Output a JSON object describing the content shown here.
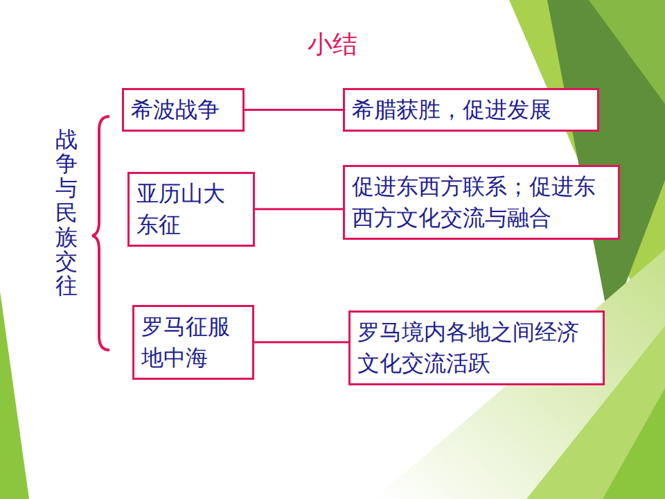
{
  "diagram": {
    "title": "小结",
    "nodes": [
      {
        "text": [
          "希波战争"
        ]
      },
      {
        "text": [
          "希腊获胜，促进发展"
        ]
      },
      {
        "text": [
          "亚历山大东征"
        ]
      },
      {
        "text": [
          "促进东西方联系；促进东西方文化交流与融合"
        ]
      },
      {
        "text": [
          "罗马征服地中海"
        ]
      },
      {
        "text": [
          "罗马境内各地之间经济文化交流活跃"
        ]
      }
    ],
    "edges": [
      {
        "from": 0,
        "to": 1,
        "arrow": "none"
      },
      {
        "from": 2,
        "to": 3,
        "arrow": "none"
      },
      {
        "from": 4,
        "to": 5,
        "arrow": "none"
      }
    ],
    "labels": [
      "战争与民族交往"
    ]
  }
}
